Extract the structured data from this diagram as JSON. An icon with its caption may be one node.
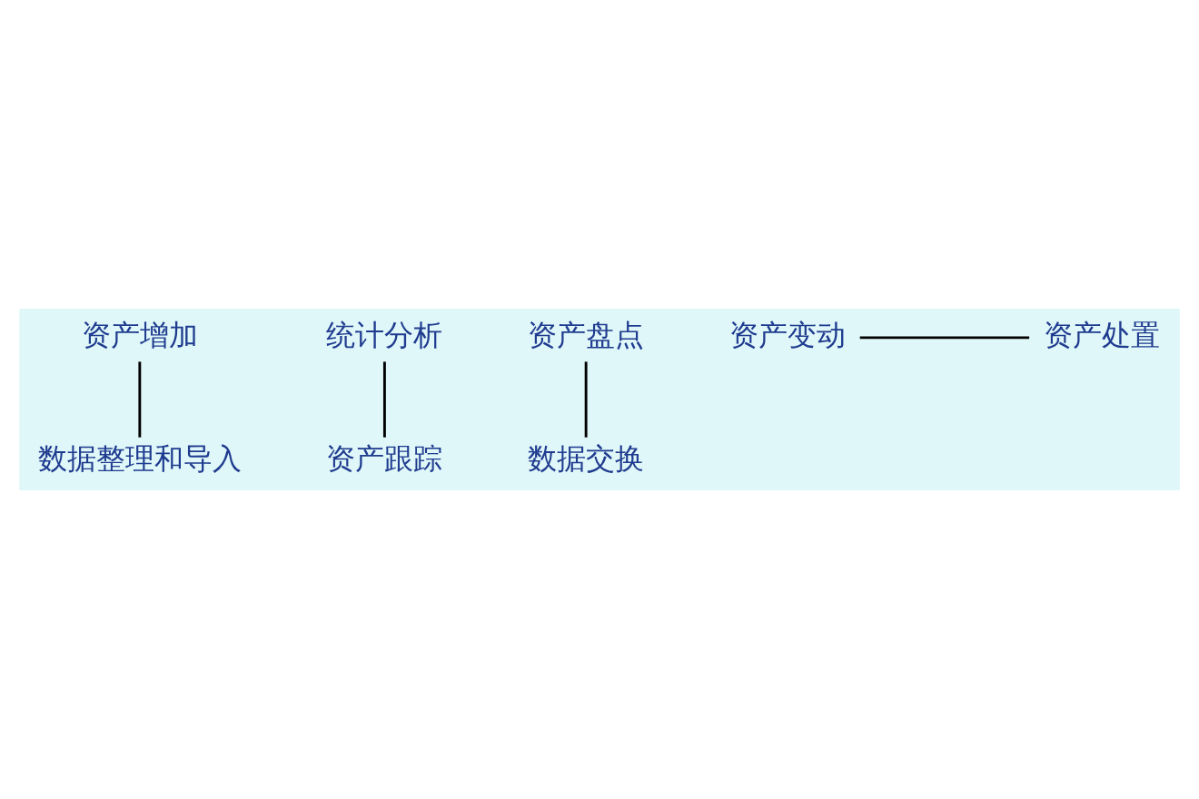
{
  "diagram": {
    "nodes": [
      {
        "text": [
          "资产增加"
        ]
      },
      {
        "text": [
          "统计分析"
        ]
      },
      {
        "text": [
          "资产盘点"
        ]
      },
      {
        "text": [
          "资产变动"
        ]
      },
      {
        "text": [
          "资产处置"
        ]
      },
      {
        "text": [
          "数据交换"
        ]
      },
      {
        "text": [
          "资产跟踪"
        ]
      },
      {
        "text": [
          "数据整理和导入"
        ]
      }
    ],
    "edges": [
      {
        "from": 0,
        "to": 7,
        "arrow": "none"
      },
      {
        "from": 1,
        "to": 6,
        "arrow": "none"
      },
      {
        "from": 2,
        "to": 5,
        "arrow": "none"
      },
      {
        "from": 3,
        "to": 4,
        "arrow": "none"
      }
    ]
  }
}
